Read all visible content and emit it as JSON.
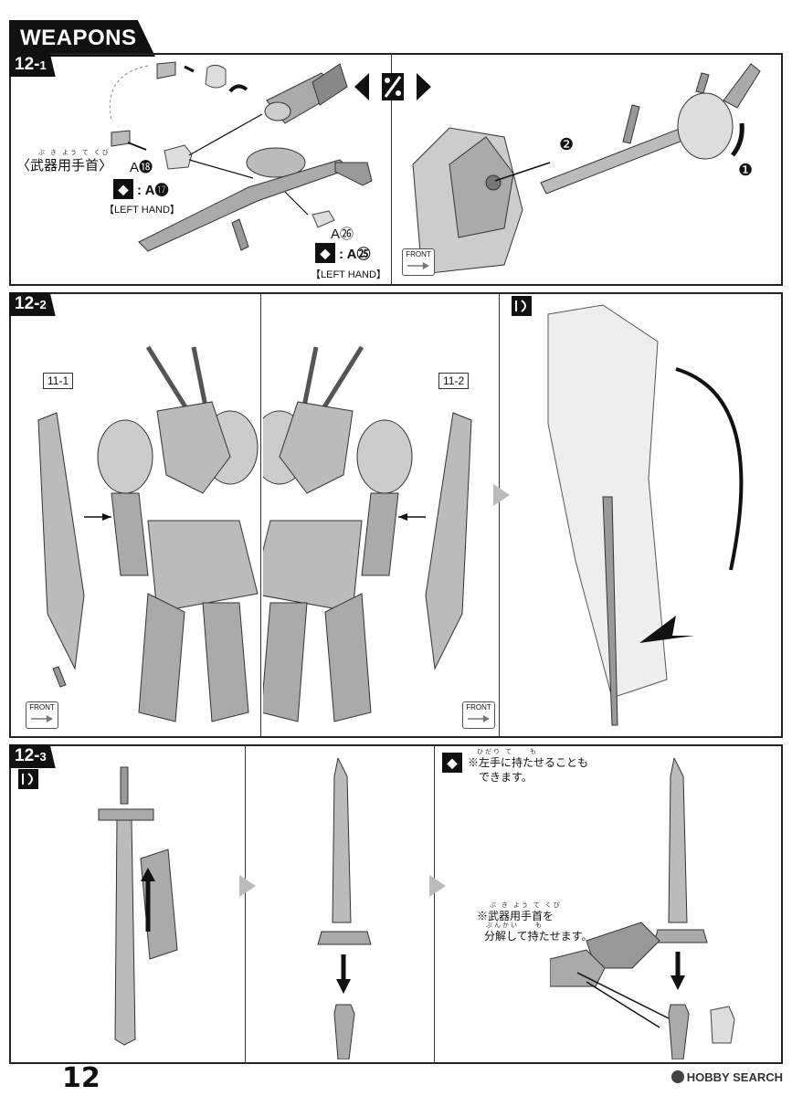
{
  "header": {
    "title": "WEAPONS"
  },
  "steps": {
    "s1": {
      "label": "12-",
      "num": "1"
    },
    "s2": {
      "label": "12-",
      "num": "2"
    },
    "s3": {
      "label": "12-",
      "num": "3"
    }
  },
  "panel1": {
    "wrist_label": "〈武器用手首〉",
    "wrist_furi": "ぶ き よう て くび",
    "part_a18": "A⓲",
    "alt_a17": ": A⓱",
    "left_hand_1": "【LEFT HAND】",
    "part_a26": "A㉖",
    "alt_a25": ": A㉕",
    "left_hand_2": "【LEFT HAND】",
    "front": "FRONT",
    "badge_1": "❶",
    "badge_2": "❷"
  },
  "panel2": {
    "sub1": "11-1",
    "sub2": "11-2",
    "front": "FRONT"
  },
  "panel3": {
    "note1_line1": "※左手に持たせることも",
    "note1_line2": "できます。",
    "note1_furi": "ひだり て　　も",
    "note2_line1": "※武器用手首を",
    "note2_line2": "分解して持たせます。",
    "note2_furi1": "ぶ き よう て くび",
    "note2_furi2": "ぶんかい　　も"
  },
  "footer": {
    "page_number": "12",
    "watermark": "HOBBY SEARCH"
  },
  "colors": {
    "ink": "#111111",
    "part_gray": "#9a9a9a",
    "part_light": "#d8d8d8"
  }
}
